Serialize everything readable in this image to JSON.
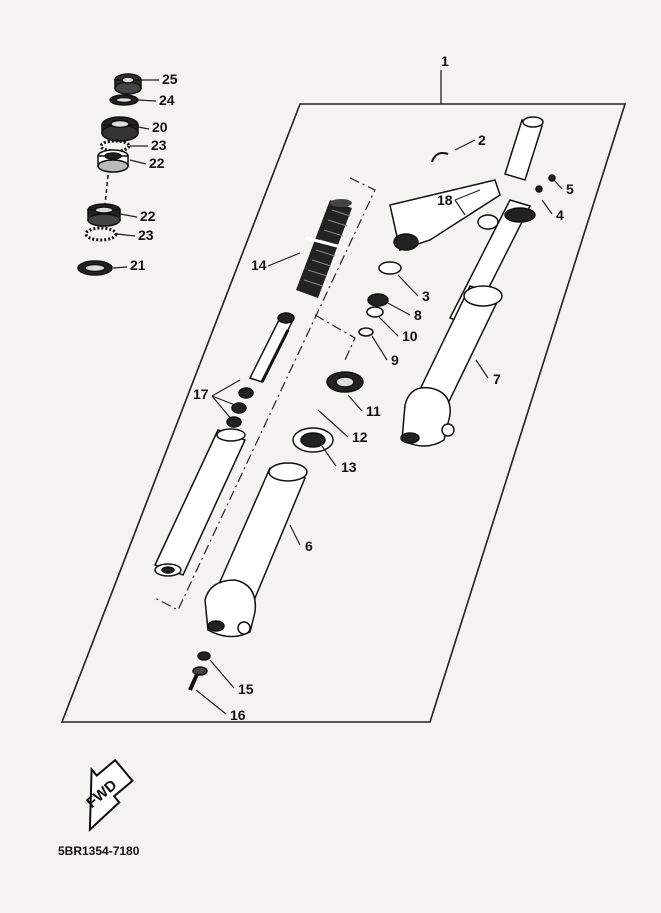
{
  "diagram": {
    "part_number": "5BR1354-7180",
    "direction_label": "FWD",
    "callouts": [
      {
        "id": "c1",
        "text": "1"
      },
      {
        "id": "c2",
        "text": "2"
      },
      {
        "id": "c3",
        "text": "3"
      },
      {
        "id": "c4",
        "text": "4"
      },
      {
        "id": "c5",
        "text": "5"
      },
      {
        "id": "c6",
        "text": "6"
      },
      {
        "id": "c7",
        "text": "7"
      },
      {
        "id": "c8",
        "text": "8"
      },
      {
        "id": "c9",
        "text": "9"
      },
      {
        "id": "c10",
        "text": "10"
      },
      {
        "id": "c11",
        "text": "11"
      },
      {
        "id": "c12",
        "text": "12"
      },
      {
        "id": "c13",
        "text": "13"
      },
      {
        "id": "c14",
        "text": "14"
      },
      {
        "id": "c15",
        "text": "15"
      },
      {
        "id": "c16",
        "text": "16"
      },
      {
        "id": "c17",
        "text": "17"
      },
      {
        "id": "c18",
        "text": "18"
      },
      {
        "id": "c20",
        "text": "20"
      },
      {
        "id": "c21",
        "text": "21"
      },
      {
        "id": "c22a",
        "text": "22"
      },
      {
        "id": "c22b",
        "text": "22"
      },
      {
        "id": "c23a",
        "text": "23"
      },
      {
        "id": "c23b",
        "text": "23"
      },
      {
        "id": "c24",
        "text": "24"
      },
      {
        "id": "c25",
        "text": "25"
      }
    ]
  }
}
